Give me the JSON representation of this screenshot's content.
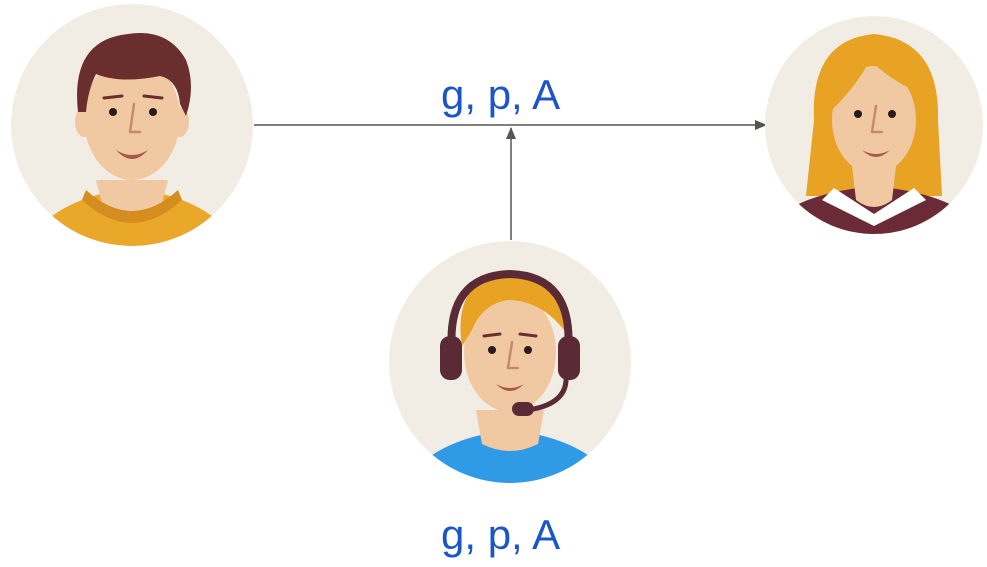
{
  "diagram": {
    "transmitted_label": "g, p, A",
    "intercepted_label": "g, p, A"
  },
  "colors": {
    "label": "#1a56c8",
    "arrow": "#555555",
    "avatar_bg": "#f2ede4",
    "skin": "#f0c9a2",
    "sender_hair": "#6b2e2e",
    "sender_shirt": "#eaa82a",
    "receiver_hair": "#e8a325",
    "receiver_shirt": "#6b2b36",
    "eavesdropper_hair": "#e8a325",
    "eavesdropper_shirt": "#2f9be6",
    "headset": "#5a2a36"
  },
  "nodes": [
    {
      "role": "sender",
      "icon": "man-avatar-icon"
    },
    {
      "role": "receiver",
      "icon": "woman-avatar-icon"
    },
    {
      "role": "eavesdropper",
      "icon": "headset-man-avatar-icon"
    }
  ]
}
